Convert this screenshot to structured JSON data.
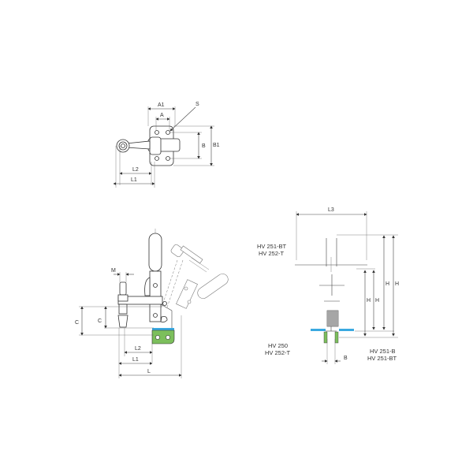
{
  "colors": {
    "background": "#ffffff",
    "line": "#444444",
    "accent_blue": "#3aa9e0",
    "accent_green": "#7cbf5c"
  },
  "top_view": {
    "labels": {
      "a1": "A1",
      "a": "A",
      "s": "S",
      "b": "B",
      "b1": "B1",
      "l2": "L2",
      "l1": "L1"
    }
  },
  "side_view": {
    "labels": {
      "m": "M",
      "c_outer": "C",
      "c_inner": "C",
      "l2": "L2",
      "l1": "L1",
      "l": "L"
    }
  },
  "variant_view": {
    "labels": {
      "l3": "L3",
      "h1": "H",
      "h2": "H",
      "h3": "H",
      "h4": "H",
      "b": "B"
    },
    "models": {
      "top_left_line1": "HV 251-BT",
      "top_left_line2": "HV 252-T",
      "bottom_left_line1": "HV 250",
      "bottom_left_line2": "HV 252-T",
      "bottom_right_line1": "HV 251-B",
      "bottom_right_line2": "HV 251-BT"
    }
  }
}
